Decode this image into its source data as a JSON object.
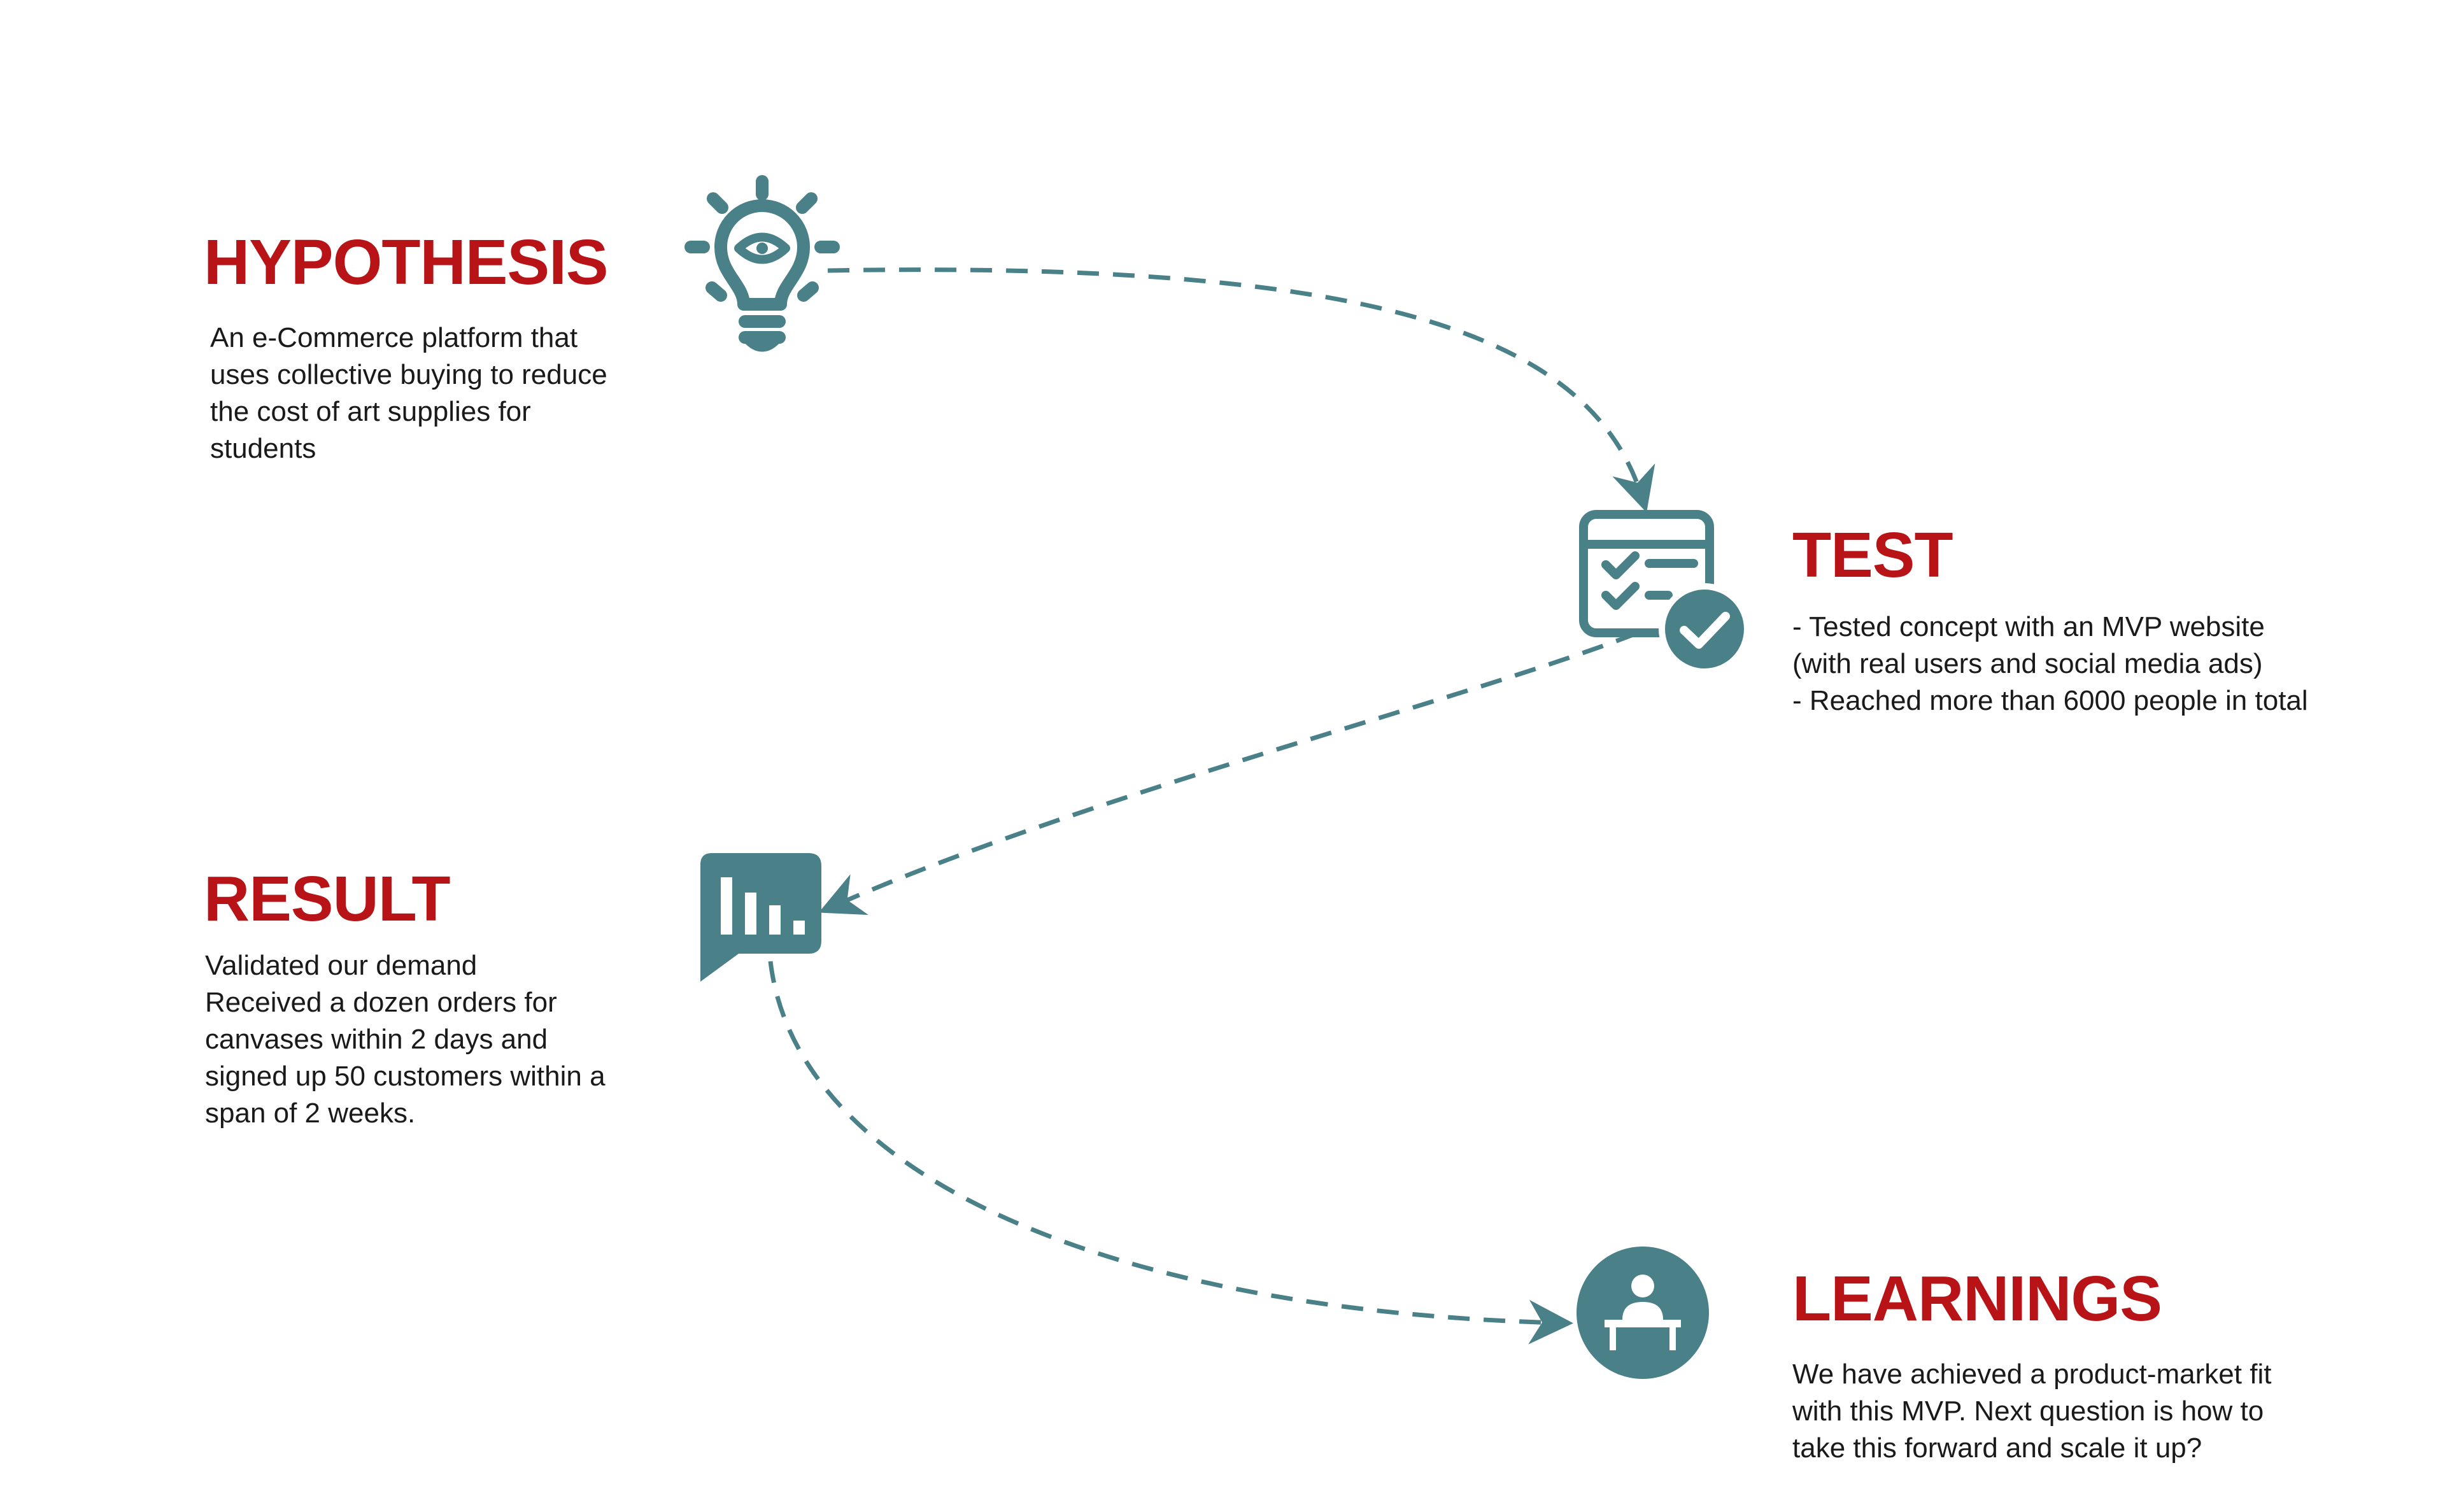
{
  "colors": {
    "accent": "#b81316",
    "icon": "#4a8088",
    "text": "#1a1a1a",
    "background": "#ffffff"
  },
  "stages": [
    {
      "key": "hypothesis",
      "icon": "lightbulb-icon",
      "title": "HYPOTHESIS",
      "lines": [
        "An e-Commerce platform that",
        "uses collective buying to reduce",
        "the cost of art supplies for",
        "students"
      ]
    },
    {
      "key": "test",
      "icon": "checklist-icon",
      "title": "TEST",
      "lines": [
        "- Tested concept with an MVP website",
        "(with real users and social media ads)",
        "- Reached more than 6000 people in total"
      ]
    },
    {
      "key": "result",
      "icon": "bar-chart-icon",
      "title": "RESULT",
      "lines": [
        "Validated our demand",
        "Received a dozen orders for",
        "canvases within 2 days and",
        "signed up 50 customers within a",
        "span of 2 weeks."
      ]
    },
    {
      "key": "learnings",
      "icon": "learner-desk-icon",
      "title": "LEARNINGS",
      "lines": [
        "We have achieved a product-market fit",
        "with this MVP. Next question is how to",
        "take this forward and scale it up?"
      ]
    }
  ]
}
